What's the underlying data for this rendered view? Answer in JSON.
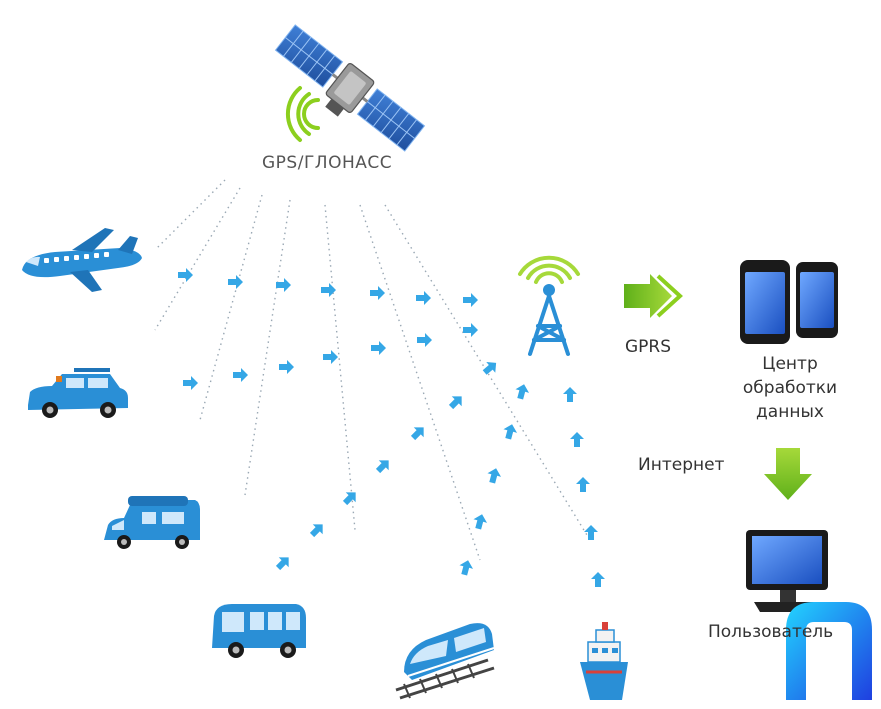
{
  "labels": {
    "satellite": "GPS/ГЛОНАСС",
    "gprs": "GPRS",
    "center_line1": "Центр",
    "center_line2": "обработки",
    "center_line3": "данных",
    "internet": "Интернет",
    "user": "Пользователь"
  },
  "colors": {
    "arrow_blue": "#35a7e6",
    "vehicle_blue": "#2a8fd6",
    "signal_green": "#8ccf1e",
    "tower_blue": "#2a8fd6",
    "phone_dark": "#1a1a1a",
    "screen_blue": "#2a6fe0"
  },
  "icons": [
    "satellite-icon",
    "airplane-icon",
    "car-icon",
    "camper-icon",
    "bus-icon",
    "train-icon",
    "ship-icon",
    "tower-icon",
    "gprs-arrow-icon",
    "phones-icon",
    "internet-arrow-icon",
    "computer-icon"
  ]
}
